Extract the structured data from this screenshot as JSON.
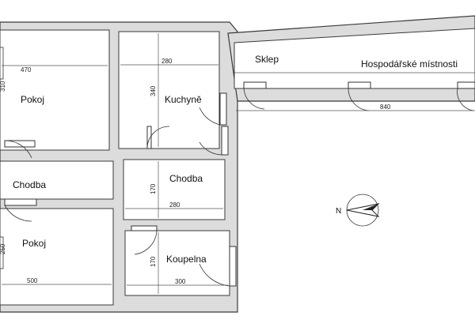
{
  "rooms": {
    "pokoj_top": "Pokoj",
    "kuchyne": "Kuchyně",
    "chodba_left": "Chodba",
    "chodba_mid": "Chodba",
    "pokoj_bottom": "Pokoj",
    "koupelna": "Koupelna",
    "sklep": "Sklep",
    "hospodarske": "Hospodářské místnosti"
  },
  "dimensions": {
    "pokoj_top_width": "470",
    "pokoj_top_height": "310",
    "kuchyne_width": "280",
    "kuchyne_height": "340",
    "chodba_mid_height": "170",
    "chodba_mid_width": "280",
    "pokoj_bottom_width": "500",
    "pokoj_bottom_height": "250",
    "koupelna_height": "170",
    "koupelna_width": "300",
    "sklep_width": "840"
  },
  "compass": {
    "north": "N"
  }
}
